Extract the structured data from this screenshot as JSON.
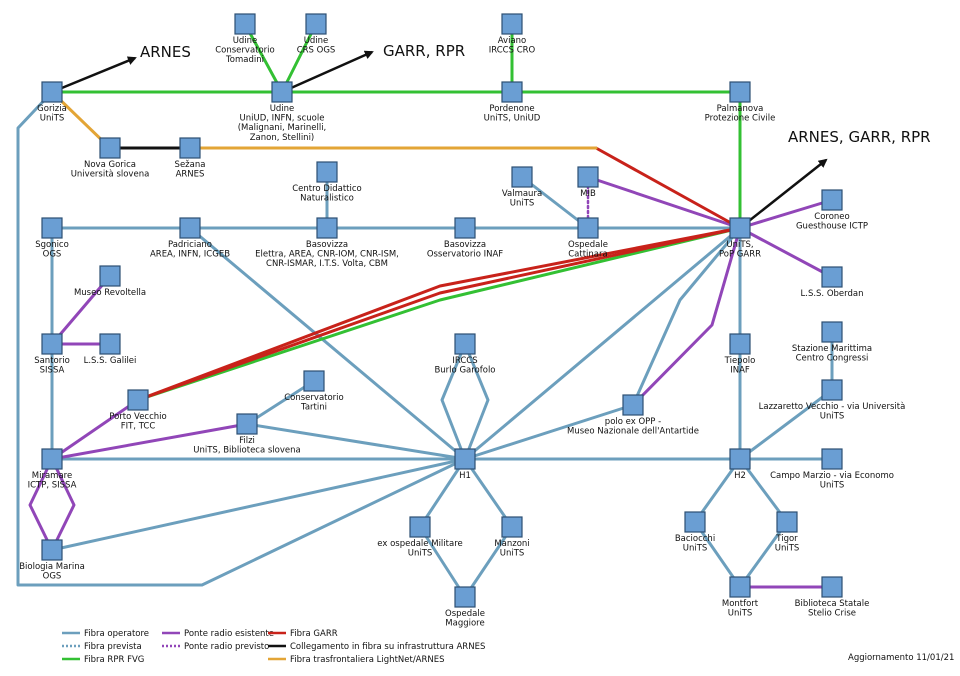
{
  "colors": {
    "operatore": "#6c9fbd",
    "radio": "#9146b8",
    "garr": "#c8221a",
    "arnes_black": "#111111",
    "rpr": "#33c033",
    "lightnet": "#e3a536",
    "node_fill": "#6a9ed3",
    "node_stroke": "#2d4f73"
  },
  "nodes": [
    {
      "id": "gorizia",
      "label": [
        "Gorizia",
        "UniTS"
      ]
    },
    {
      "id": "novagorica",
      "label": [
        "Nova Gorica",
        "Università slovena"
      ]
    },
    {
      "id": "sezana",
      "label": [
        "Sežana",
        "ARNES"
      ]
    },
    {
      "id": "udine",
      "label": [
        "Udine",
        "UniUD, INFN, scuole",
        "(Malignani, Marinelli,",
        "Zanon, Stellini)"
      ]
    },
    {
      "id": "tomadini",
      "label": [
        "Udine",
        "Conservatorio",
        "Tomadini"
      ]
    },
    {
      "id": "crsogs",
      "label": [
        "Udine",
        "CRS OGS"
      ]
    },
    {
      "id": "aviano",
      "label": [
        "Aviano",
        "IRCCS CRO"
      ]
    },
    {
      "id": "pordenone",
      "label": [
        "Pordenone",
        "UniTS, UniUD"
      ]
    },
    {
      "id": "palmanova",
      "label": [
        "Palmanova",
        "Protezione Civile"
      ]
    },
    {
      "id": "sgonico",
      "label": [
        "Sgonico",
        "OGS"
      ]
    },
    {
      "id": "padriciano",
      "label": [
        "Padriciano",
        "AREA, INFN, ICGEB"
      ]
    },
    {
      "id": "centrodid",
      "label": [
        "Centro Didattico",
        "Naturalistico"
      ]
    },
    {
      "id": "basovizza",
      "label": [
        "Basovizza",
        "Elettra, AREA, CNR-IOM, CNR-ISM,",
        "CNR-ISMAR, I.T.S. Volta, CBM"
      ]
    },
    {
      "id": "basovizzainaf",
      "label": [
        "Basovizza",
        "Osservatorio INAF"
      ]
    },
    {
      "id": "valmaura",
      "label": [
        "Valmaura",
        "UniTS"
      ]
    },
    {
      "id": "mib",
      "label": [
        "MIB"
      ]
    },
    {
      "id": "cattinara",
      "label": [
        "Ospedale",
        "Cattinara"
      ]
    },
    {
      "id": "units",
      "label": [
        "UniTS,",
        "PoP GARR"
      ]
    },
    {
      "id": "coroneo",
      "label": [
        "Coroneo",
        "Guesthouse ICTP"
      ]
    },
    {
      "id": "oberdan",
      "label": [
        "L.S.S. Oberdan"
      ]
    },
    {
      "id": "revoltella",
      "label": [
        "Museo Revoltella"
      ]
    },
    {
      "id": "santorio",
      "label": [
        "Santorio",
        "SISSA"
      ]
    },
    {
      "id": "galilei",
      "label": [
        "L.S.S. Galilei"
      ]
    },
    {
      "id": "burlo",
      "label": [
        "IRCCS",
        "Burlo Garofolo"
      ]
    },
    {
      "id": "tiepolo",
      "label": [
        "Tiepolo",
        "INAF"
      ]
    },
    {
      "id": "marittima",
      "label": [
        "Stazione Marittima",
        "Centro Congressi"
      ]
    },
    {
      "id": "lazzaretto",
      "label": [
        "Lazzaretto Vecchio - via Università",
        "UniTS"
      ]
    },
    {
      "id": "portovecchio",
      "label": [
        "Porto Vecchio",
        "FIT, TCC"
      ]
    },
    {
      "id": "tartini",
      "label": [
        "Conservatorio",
        "Tartini"
      ]
    },
    {
      "id": "filzi",
      "label": [
        "Filzi",
        "UniTS, Biblioteca slovena"
      ]
    },
    {
      "id": "opp",
      "label": [
        "polo ex OPP -",
        "Museo Nazionale dell'Antartide"
      ]
    },
    {
      "id": "miramare",
      "label": [
        "Miramare",
        "ICTP, SISSA"
      ]
    },
    {
      "id": "h1",
      "label": [
        "H1"
      ]
    },
    {
      "id": "h2",
      "label": [
        "H2"
      ]
    },
    {
      "id": "campomarzio",
      "label": [
        "Campo Marzio - via Economo",
        "UniTS"
      ]
    },
    {
      "id": "biologia",
      "label": [
        "Biologia Marina",
        "OGS"
      ]
    },
    {
      "id": "militare",
      "label": [
        "ex ospedale Militare",
        "UniTS"
      ]
    },
    {
      "id": "manzoni",
      "label": [
        "Manzoni",
        "UniTS"
      ]
    },
    {
      "id": "maggiore",
      "label": [
        "Ospedale",
        "Maggiore"
      ]
    },
    {
      "id": "baciocchi",
      "label": [
        "Baciocchi",
        "UniTS"
      ]
    },
    {
      "id": "tigor",
      "label": [
        "Tigor",
        "UniTS"
      ]
    },
    {
      "id": "montfort",
      "label": [
        "Montfort",
        "UniTS"
      ]
    },
    {
      "id": "biblioteca",
      "label": [
        "Biblioteca Statale",
        "Stelio Crise"
      ]
    }
  ],
  "external": [
    {
      "id": "ext-arnes",
      "label": "ARNES"
    },
    {
      "id": "ext-garr-rpr",
      "label": "GARR, RPR"
    },
    {
      "id": "ext-arnes-garr-rpr",
      "label": "ARNES, GARR, RPR"
    }
  ],
  "legend": [
    {
      "type": "operatore",
      "label": "Fibra operatore"
    },
    {
      "type": "prevista",
      "label": "Fibra prevista"
    },
    {
      "type": "rpr",
      "label": "Fibra RPR FVG"
    },
    {
      "type": "radio",
      "label": "Ponte radio esistente"
    },
    {
      "type": "radio-previsto",
      "label": "Ponte radio previsto"
    },
    {
      "type": "garr",
      "label": "Fibra GARR"
    },
    {
      "type": "arnes",
      "label": "Collegamento in fibra su infrastruttura ARNES"
    },
    {
      "type": "lightnet",
      "label": "Fibra trasfrontaliera LightNet/ARNES"
    }
  ],
  "footer": "Aggiornamento 11/01/21"
}
